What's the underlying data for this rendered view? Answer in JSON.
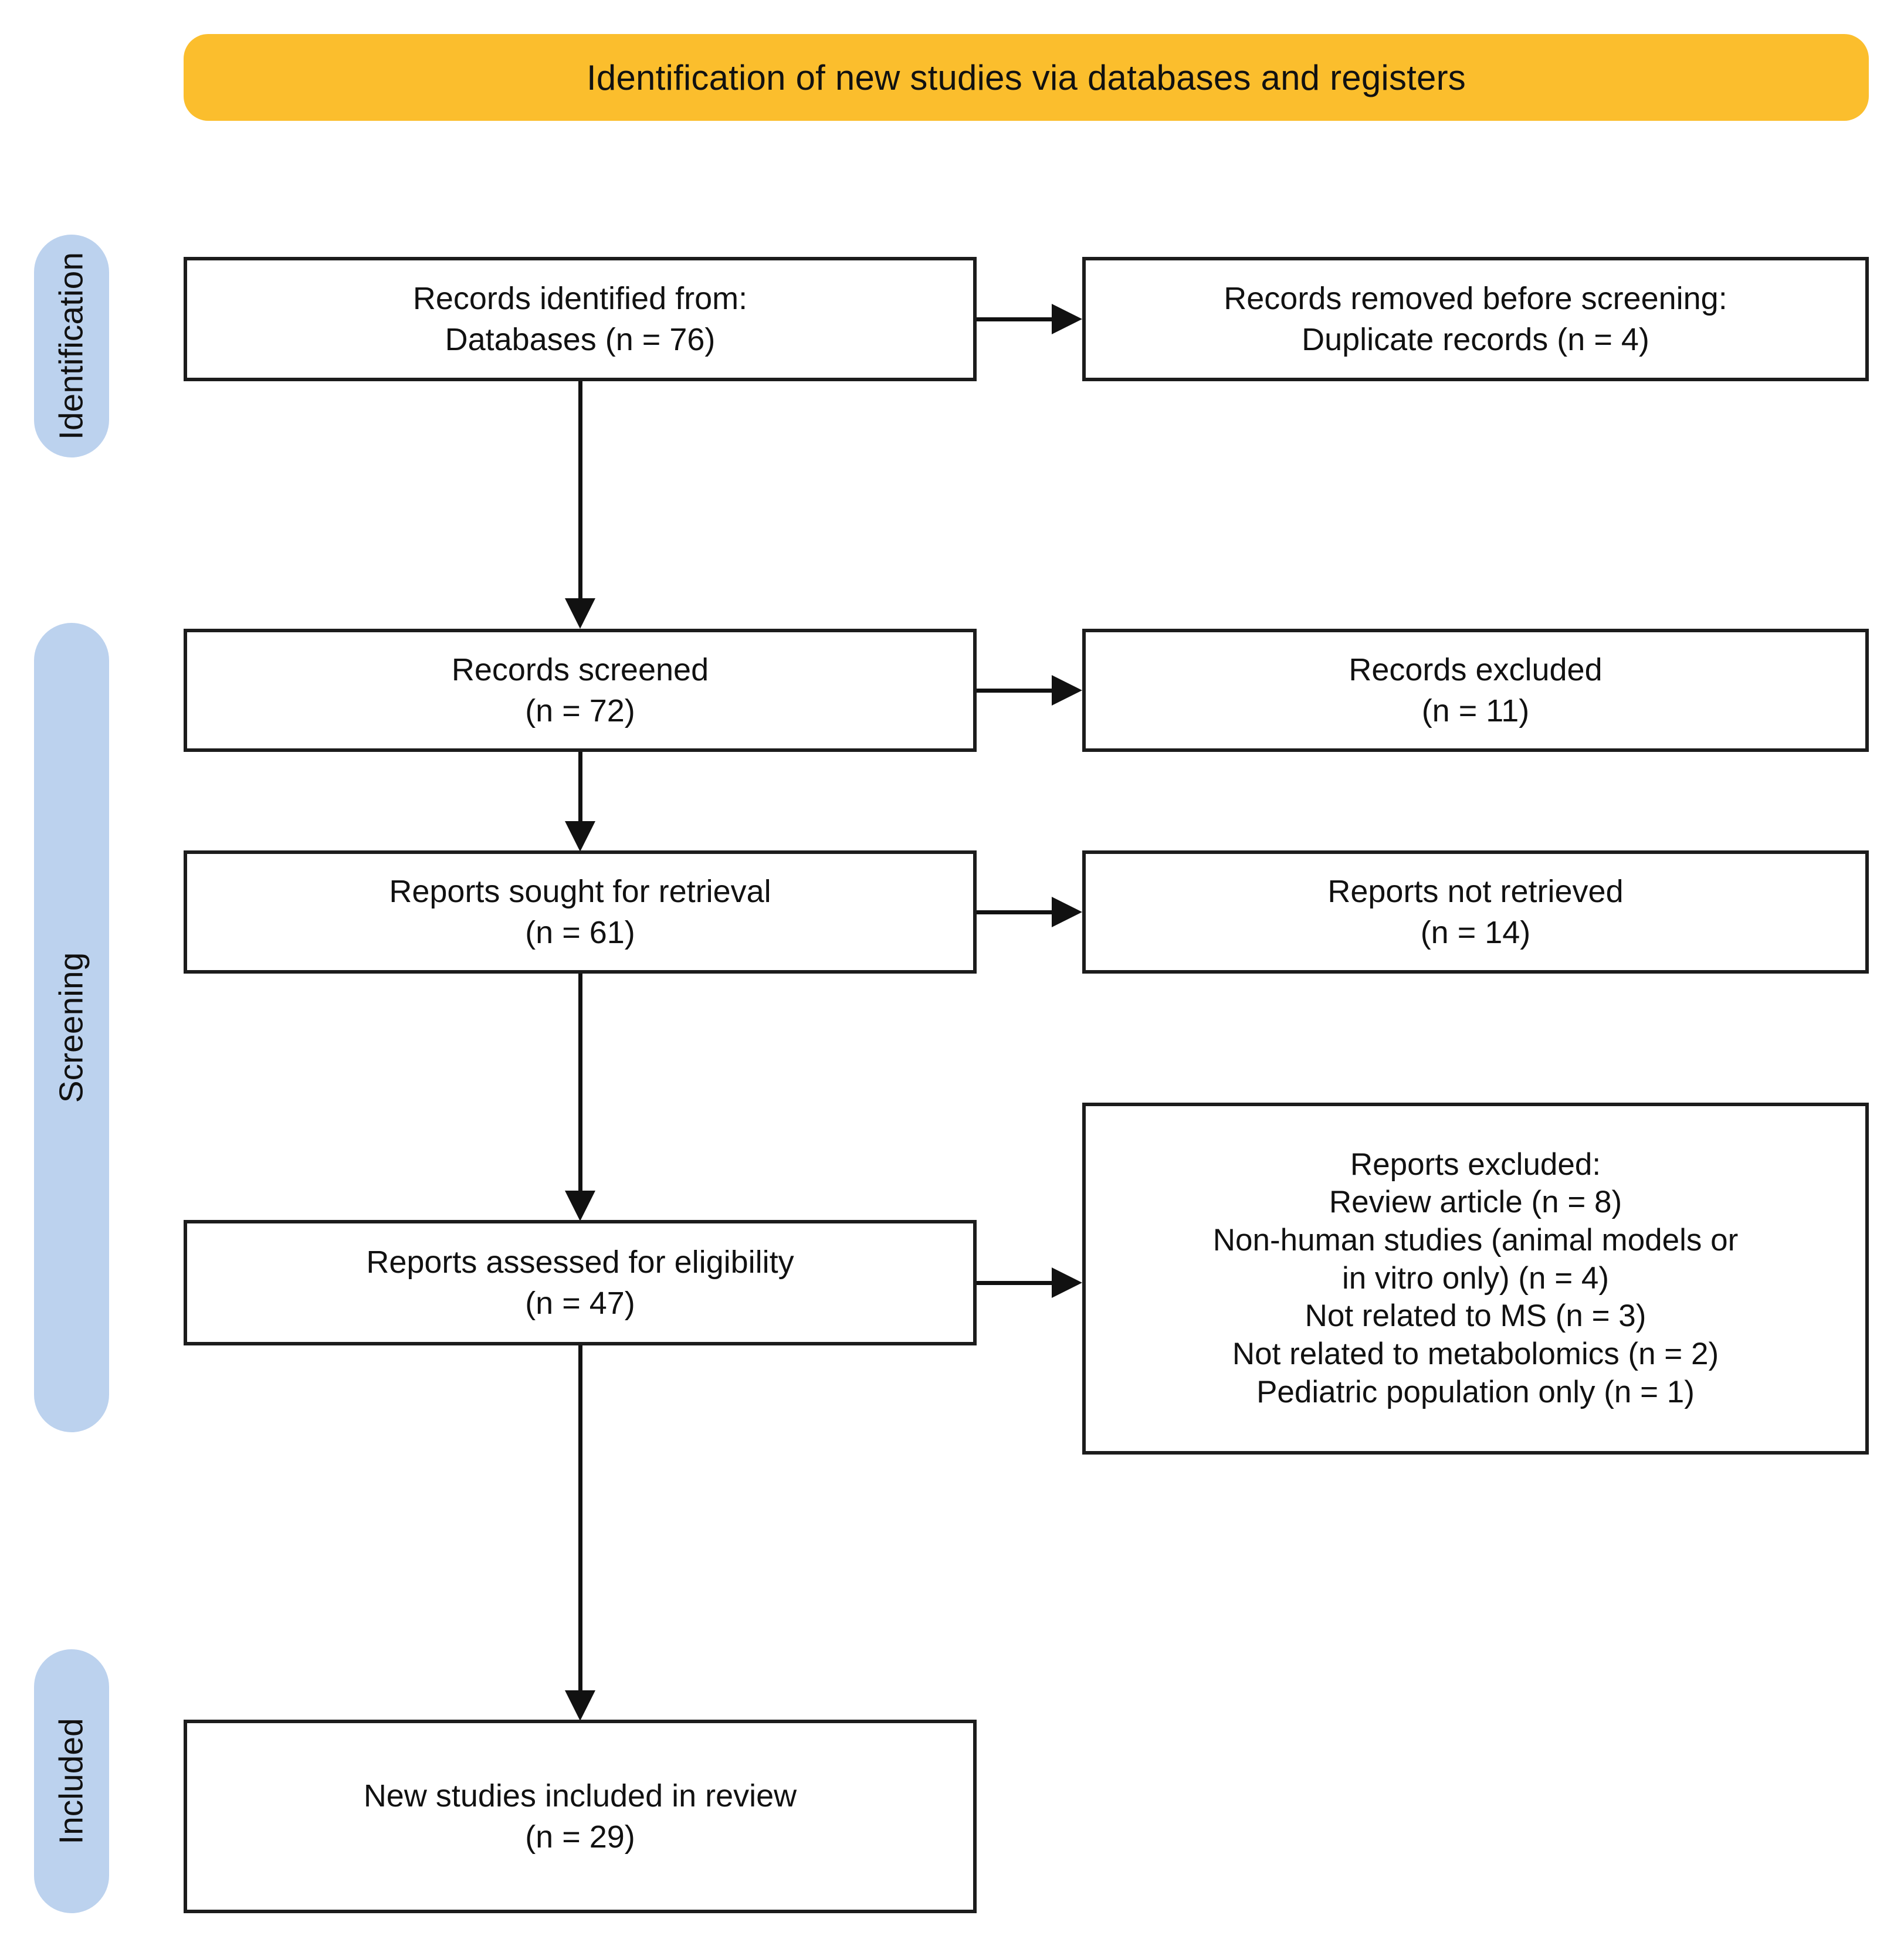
{
  "header": {
    "title": "Identification of new studies via databases and registers",
    "background_color": "#FBBE2D"
  },
  "stages": {
    "pill_color": "#BCD2EE",
    "identification": "Identification",
    "screening": "Screening",
    "included": "Included"
  },
  "boxes": {
    "identified": {
      "line1": "Records identified from:",
      "line2": "Databases (n = 76)"
    },
    "removed": {
      "line1": "Records removed before screening:",
      "line2": "Duplicate records (n = 4)"
    },
    "screened": {
      "line1": "Records screened",
      "line2": "(n = 72)"
    },
    "excluded": {
      "line1": "Records excluded",
      "line2": "(n = 11)"
    },
    "sought": {
      "line1": "Reports sought for retrieval",
      "line2": "(n = 61)"
    },
    "not_retrieved": {
      "line1": "Reports not retrieved",
      "line2": "(n = 14)"
    },
    "assessed": {
      "line1": "Reports assessed for eligibility",
      "line2": "(n = 47)"
    },
    "reports_excluded": {
      "line1": "Reports excluded:",
      "line2": "Review article (n = 8)",
      "line3": "Non-human studies (animal models or",
      "line4": "in vitro only) (n = 4)",
      "line5": "Not related to MS (n = 3)",
      "line6": "Not related to metabolomics (n = 2)",
      "line7": "Pediatric population only (n = 1)"
    },
    "included": {
      "line1": "New studies included in review",
      "line2": "(n = 29)"
    }
  }
}
